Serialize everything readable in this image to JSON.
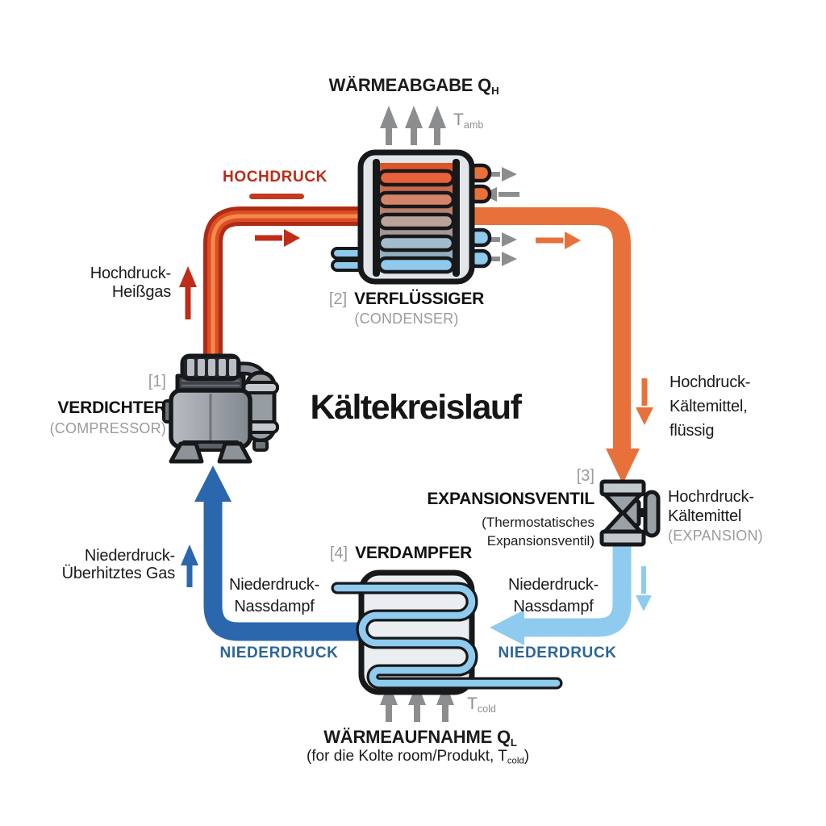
{
  "title": "Kältekreislauf",
  "heat_rejection": {
    "label": "WÄRMEABGABE Q",
    "sub": "H",
    "t_ambient": "T",
    "t_ambient_sub": "amb"
  },
  "high_pressure_label": "HOCHDRUCK",
  "condenser": {
    "number": "[2]",
    "name": "VERFLÜSSIGER",
    "alt_name": "(CONDENSER)"
  },
  "compressor": {
    "number": "[1]",
    "name": "VERDICHTER",
    "alt_name": "(COMPRESSOR)"
  },
  "expansion_valve": {
    "number": "[3]",
    "name": "EXPANSIONSVENTIL",
    "detail_line1": "(Thermostatisches",
    "detail_line2": "Expansionsventil)",
    "right_line1": "Hochrdruck-",
    "right_line2": "Kältemittel",
    "right_alt": "(EXPANSION)"
  },
  "evaporator": {
    "number": "[4]",
    "name": "VERDAMPFER"
  },
  "flow_labels": {
    "hot_gas_line1": "Hochdruck-",
    "hot_gas_line2": "Heißgas",
    "liquid_line1": "Hochdruck-",
    "liquid_line2": "Kältemittel,",
    "liquid_line3": "flüssig",
    "wet_vapor_line1": "Niederdruck-",
    "wet_vapor_line2": "Nassdampf",
    "superheated_line1": "Niederdruck-",
    "superheated_line2": "Überhitztes Gas",
    "low_pressure_left": "NIEDERDRUCK",
    "low_pressure_right": "NIEDERDRUCK"
  },
  "heat_absorption": {
    "label": "WÄRMEAUFNAHME Q",
    "sub": "L",
    "note_pre": "(for die Kolte room/Produkt, T",
    "note_sub": "cold",
    "note_post": ")",
    "t_cold": "T",
    "t_cold_sub": "cold"
  },
  "colors": {
    "hot_orange": "#E8713B",
    "hot_dark_red": "#AE2B15",
    "red_accent": "#C02C18",
    "cold_dark_blue": "#2A67AD",
    "cold_light_blue": "#8FCBEE",
    "low_pressure_text": "#2B6699",
    "gray_arrow": "#8B8D8F",
    "outline": "#17181A"
  }
}
